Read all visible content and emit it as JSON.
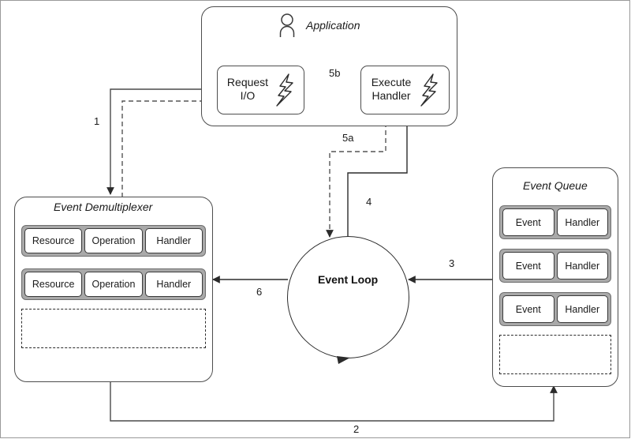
{
  "diagram": {
    "title": "Reactor pattern event loop diagram",
    "nodes": {
      "application": {
        "label": "Application",
        "icon": "person-icon",
        "boxes": [
          {
            "id": "request-io",
            "line1": "Request",
            "line2": "I/O",
            "icon": "lightning-bolt-icon"
          },
          {
            "id": "execute-handler",
            "line1": "Execute",
            "line2": "Handler",
            "icon": "lightning-bolt-icon"
          }
        ]
      },
      "event_demultiplexer": {
        "label": "Event Demultiplexer",
        "rows": [
          [
            "Resource",
            "Operation",
            "Handler"
          ],
          [
            "Resource",
            "Operation",
            "Handler"
          ]
        ],
        "empty_row": ""
      },
      "event_queue": {
        "label": "Event Queue",
        "rows": [
          [
            "Event",
            "Handler"
          ],
          [
            "Event",
            "Handler"
          ],
          [
            "Event",
            "Handler"
          ]
        ],
        "empty_row": ""
      },
      "event_loop": {
        "label": "Event Loop"
      }
    },
    "edges": [
      {
        "id": "edge-1",
        "label": "1",
        "style": "solid",
        "from": "request-io",
        "to": "event-demultiplexer"
      },
      {
        "id": "edge-2",
        "label": "2",
        "style": "solid",
        "from": "event-demultiplexer",
        "to": "event-queue"
      },
      {
        "id": "edge-3",
        "label": "3",
        "style": "solid",
        "from": "event-queue",
        "to": "event-loop"
      },
      {
        "id": "edge-4",
        "label": "4",
        "style": "solid",
        "from": "event-loop",
        "to": "execute-handler"
      },
      {
        "id": "edge-5a",
        "label": "5a",
        "style": "dashed",
        "from": "execute-handler",
        "to": "event-loop"
      },
      {
        "id": "edge-5b",
        "label": "5b",
        "style": "solid",
        "from": "execute-handler",
        "to": "request-io"
      },
      {
        "id": "edge-6",
        "label": "6",
        "style": "solid",
        "from": "event-loop",
        "to": "event-demultiplexer"
      }
    ],
    "colors": {
      "line": "#2b2b2b",
      "container_border": "#4d4d4d",
      "row_frame": "#a9a9a9",
      "background": "#ffffff"
    }
  }
}
